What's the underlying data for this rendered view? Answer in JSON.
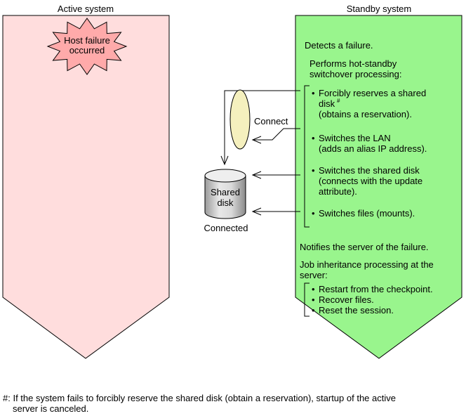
{
  "active_panel": {
    "title": "Active system",
    "fill_color": "#ffdddd",
    "burst": {
      "line1": "Host failure",
      "line2": "occurred",
      "fill_color": "#ffaaaa"
    }
  },
  "standby_panel": {
    "title": "Standby system",
    "fill_color": "#99f58d",
    "detects": "Detects a failure.",
    "hot_standby": {
      "line1": "Performs hot-standby",
      "line2": "switchover processing:"
    },
    "steps": {
      "reserve": {
        "line1": "Forcibly reserves a shared",
        "line2": "disk",
        "footnote_mark": "#",
        "line3": "(obtains a reservation)."
      },
      "lan": {
        "line1": "Switches the LAN",
        "line2": "(adds an alias IP address)."
      },
      "disk": {
        "line1": "Switches the shared disk",
        "line2": "(connects with the update",
        "line3": "attribute)."
      },
      "files": {
        "line1": "Switches files (mounts)."
      }
    },
    "notifies": "Notifies the server of the failure.",
    "job": {
      "line1": "Job inheritance processing at the",
      "line2": "server:",
      "items": [
        "Restart from the checkpoint.",
        "Recover files.",
        "Reset the session."
      ]
    },
    "bullet": "•"
  },
  "lan_oval": {
    "label": "Connect",
    "fill_color": "#f5f0be"
  },
  "shared_disk": {
    "line1": "Shared",
    "line2": "disk",
    "caption": "Connected"
  },
  "footnote": {
    "line1": "#: If the system fails to forcibly reserve the shared disk (obtain a reservation), startup of the active",
    "line2": "server is canceled."
  }
}
